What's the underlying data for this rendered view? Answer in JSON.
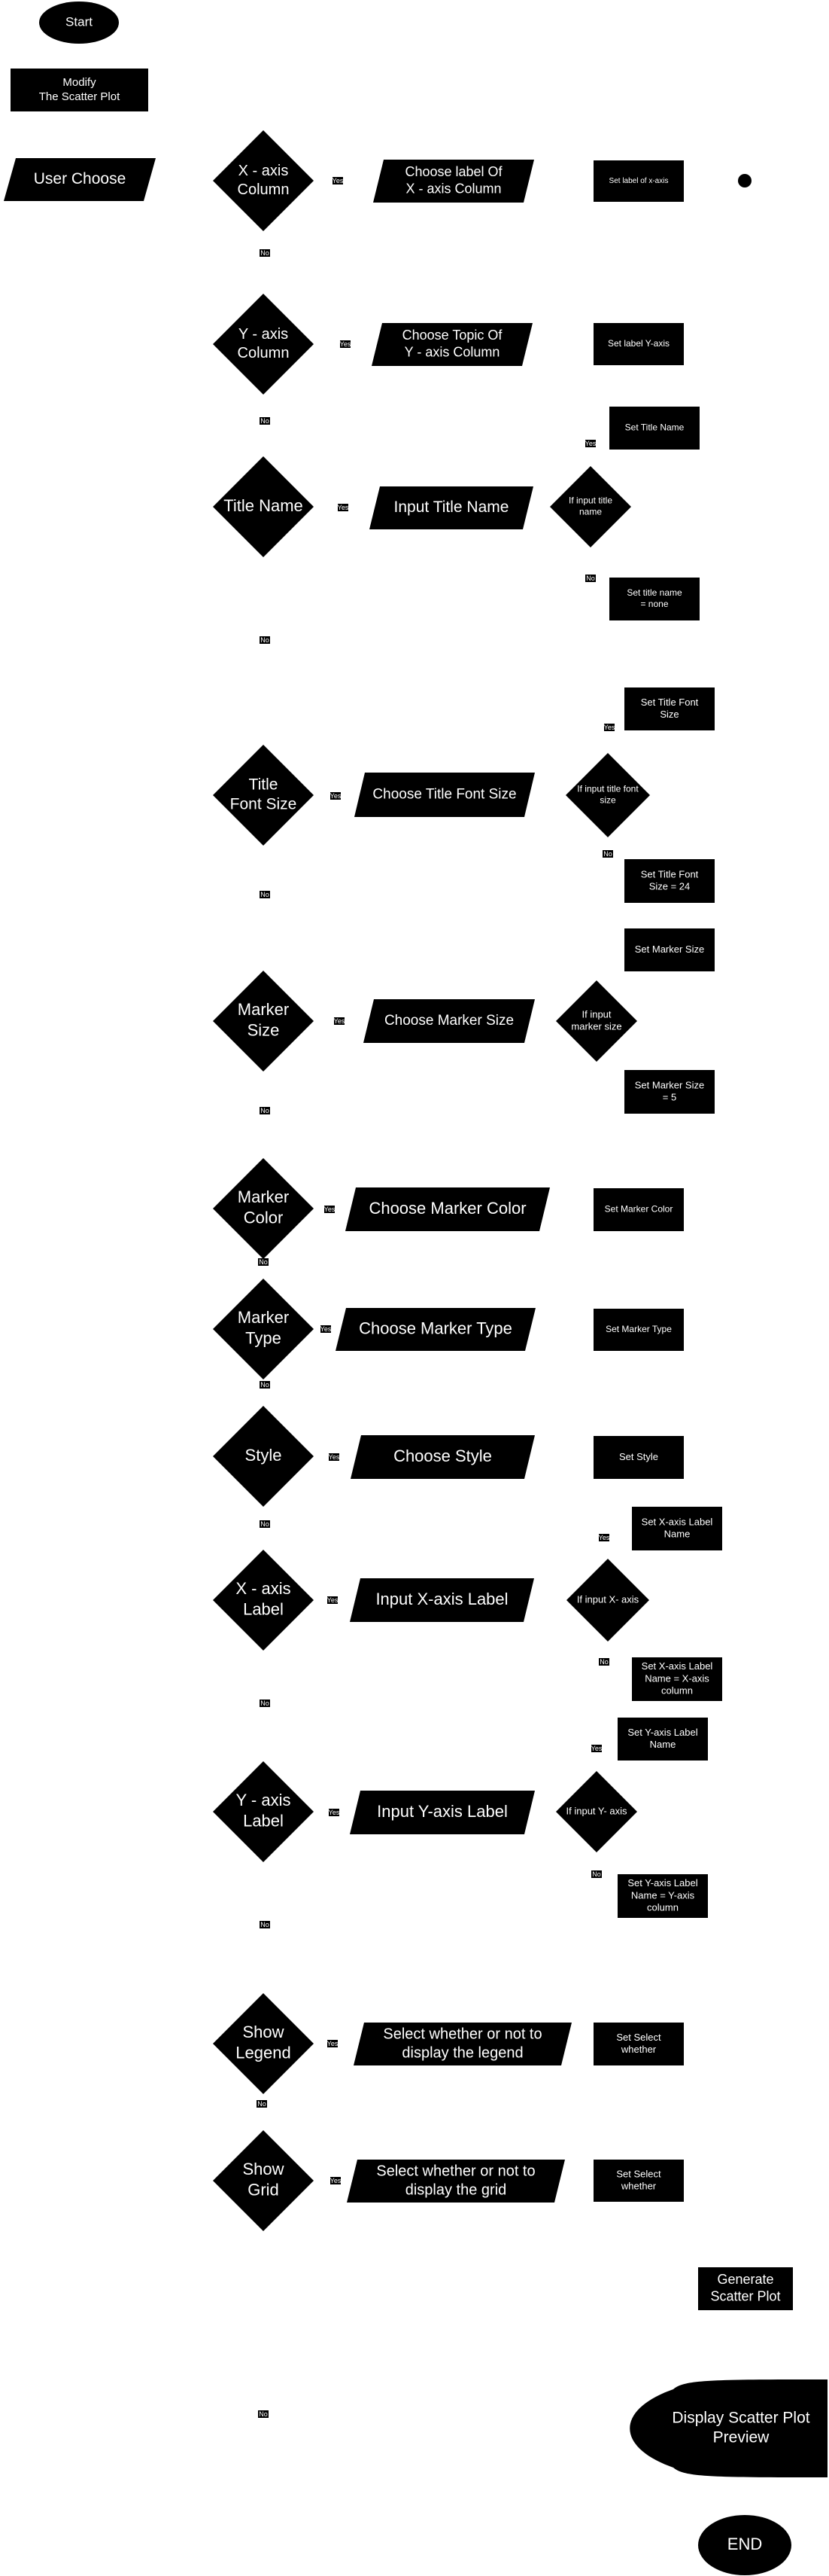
{
  "terminals": {
    "start": "Start",
    "end": "END"
  },
  "process": {
    "modify": [
      "Modify",
      "The Scatter Plot"
    ],
    "generate": [
      "Generate",
      "Scatter Plot"
    ]
  },
  "inputs": {
    "user_choose": "User Choose",
    "x_col": [
      "Choose label Of",
      "X - axis Column"
    ],
    "y_col": [
      "Choose Topic Of",
      "Y - axis Column"
    ],
    "title_name": "Input Title Name",
    "title_font": "Choose Title Font Size",
    "marker_size": "Choose Marker Size",
    "marker_color": "Choose Marker Color",
    "marker_type": "Choose Marker Type",
    "style": "Choose Style",
    "x_label": "Input X-axis Label",
    "y_label": "Input Y-axis Label",
    "legend": [
      "Select whether or not to",
      "display the legend"
    ],
    "grid": [
      "Select whether or not to",
      "display the grid"
    ]
  },
  "decisions": {
    "x_col": [
      "X - axis",
      "Column"
    ],
    "y_col": [
      "Y - axis",
      "Column"
    ],
    "title_name": [
      "Title Name"
    ],
    "title_font": [
      "Title",
      "Font Size"
    ],
    "marker_size": [
      "Marker",
      "Size"
    ],
    "marker_color": [
      "Marker",
      "Color"
    ],
    "marker_type": [
      "Marker",
      "Type"
    ],
    "style": [
      "Style"
    ],
    "x_label": [
      "X - axis",
      "Label"
    ],
    "y_label": [
      "Y - axis",
      "Label"
    ],
    "legend": [
      "Show",
      "Legend"
    ],
    "grid": [
      "Show",
      "Grid"
    ]
  },
  "checks": {
    "title_name": [
      "If input title",
      "name"
    ],
    "title_font": [
      "If input title font",
      "size"
    ],
    "marker_size": [
      "If input",
      "marker size"
    ],
    "x_label": [
      "If input X- axis"
    ],
    "y_label": [
      "If input Y- axis"
    ]
  },
  "sets": {
    "x_label_col": [
      "Set label of x-axis"
    ],
    "y_label_col": [
      "Set label Y-axis"
    ],
    "title_name_yes": [
      "Set Title Name"
    ],
    "title_name_no": [
      "Set title name",
      "= none"
    ],
    "title_font_yes": [
      "Set Title Font",
      "Size"
    ],
    "title_font_no": [
      "Set Title Font",
      "Size = 24"
    ],
    "marker_size_yes": [
      "Set Marker Size"
    ],
    "marker_size_no": [
      "Set Marker Size",
      "= 5"
    ],
    "marker_color": [
      "Set Marker Color"
    ],
    "marker_type": [
      "Set Marker Type"
    ],
    "style": [
      "Set Style"
    ],
    "x_label_yes": [
      "Set X-axis Label",
      "Name"
    ],
    "x_label_no": [
      "Set X-axis Label",
      "Name = X-axis",
      "column"
    ],
    "y_label_yes": [
      "Set Y-axis Label",
      "Name"
    ],
    "y_label_no": [
      "Set Y-axis Label",
      "Name = Y-axis",
      "column"
    ],
    "legend": [
      "Set Select",
      "whether"
    ],
    "grid": [
      "Set Select",
      "whether"
    ]
  },
  "display": [
    "Display Scatter Plot",
    "Preview"
  ],
  "edge_labels": {
    "yes": "Yes",
    "no": "No"
  }
}
